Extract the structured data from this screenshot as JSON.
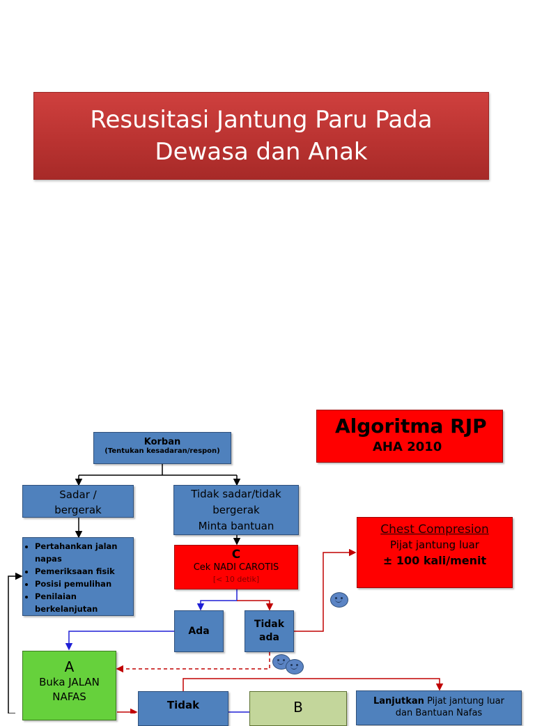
{
  "title": {
    "line1": "Resusitasi Jantung Paru Pada",
    "line2": "Dewasa dan Anak"
  },
  "algo": {
    "title": "Algoritma RJP",
    "subtitle": "AHA 2010"
  },
  "korban": {
    "title": "Korban",
    "sub": "(Tentukan kesadaran/respon)"
  },
  "sadar": {
    "line1": "Sadar /",
    "line2": "bergerak"
  },
  "tidak_sadar": {
    "line1": "Tidak sadar/tidak",
    "line2": "bergerak",
    "line3": "Minta bantuan"
  },
  "actions": [
    "Pertahankan jalan napas",
    "Pemeriksaan fisik",
    "Posisi pemulihan",
    "Penilaian berkelanjutan"
  ],
  "cek": {
    "letter": "C",
    "line1": "Cek NADI CAROTIS",
    "line2": "[< 10 detik]"
  },
  "chest": {
    "title": "Chest Compresion",
    "line1": "Pijat jantung luar",
    "line2": "± 100 kali/menit"
  },
  "ada": "Ada",
  "tidak_ada": {
    "line1": "Tidak",
    "line2": "ada"
  },
  "a_box": {
    "letter": "A",
    "line1": "Buka JALAN",
    "line2": "NAFAS"
  },
  "tidak_bottom": "Tidak",
  "b_box": {
    "letter": "B"
  },
  "lanjutkan": {
    "bold": "Lanjutkan",
    "rest": "Pijat jantung luar",
    "line2": "dan Bantuan Nafas"
  },
  "colors": {
    "title_red": "#b83230",
    "box_blue": "#4f81bd",
    "alert_red": "#ff0000",
    "green": "#66d13c",
    "light_green": "#c3d69b",
    "arrow_red": "#c00000",
    "arrow_blue": "#1f1fd6"
  }
}
